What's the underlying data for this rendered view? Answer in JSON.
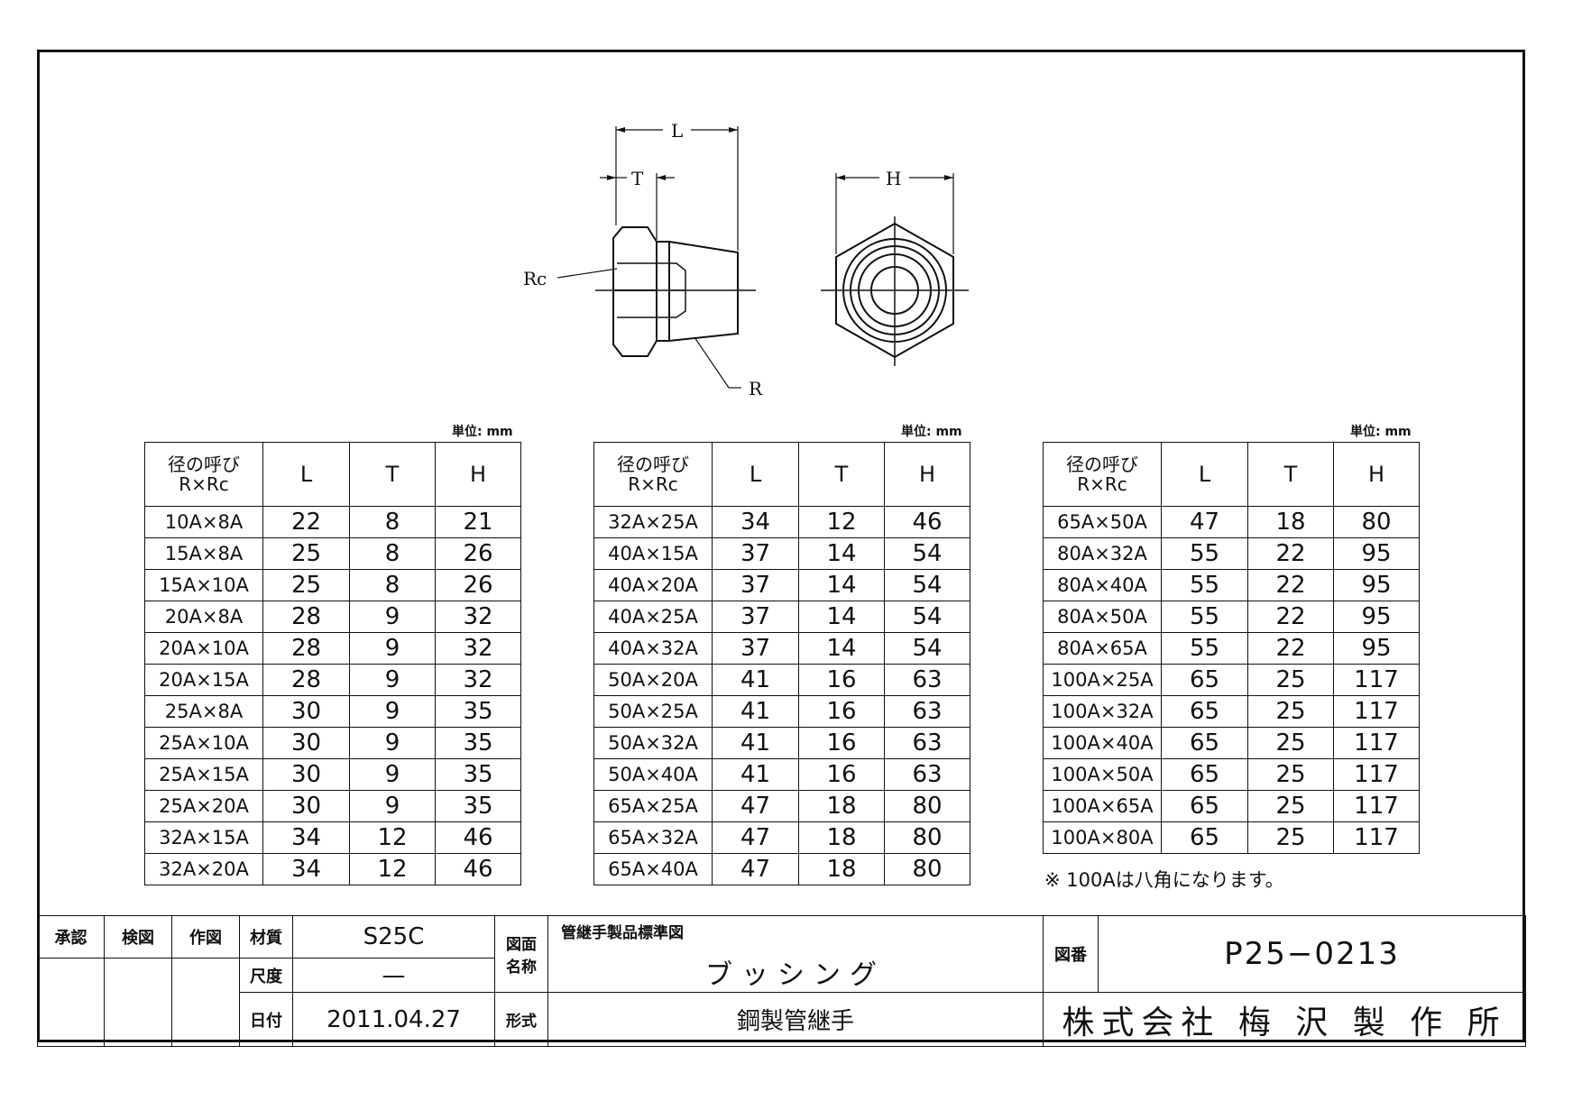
{
  "drawing_labels": {
    "L": "L",
    "T": "T",
    "H": "H",
    "Rc": "Rc",
    "R": "R"
  },
  "unit_label": "単位: mm",
  "table_headers": {
    "size_line1": "径の呼び",
    "size_line2": "R×Rc",
    "L": "L",
    "T": "T",
    "H": "H"
  },
  "tables": [
    {
      "rows": [
        [
          "10A×8A",
          "22",
          "8",
          "21"
        ],
        [
          "15A×8A",
          "25",
          "8",
          "26"
        ],
        [
          "15A×10A",
          "25",
          "8",
          "26"
        ],
        [
          "20A×8A",
          "28",
          "9",
          "32"
        ],
        [
          "20A×10A",
          "28",
          "9",
          "32"
        ],
        [
          "20A×15A",
          "28",
          "9",
          "32"
        ],
        [
          "25A×8A",
          "30",
          "9",
          "35"
        ],
        [
          "25A×10A",
          "30",
          "9",
          "35"
        ],
        [
          "25A×15A",
          "30",
          "9",
          "35"
        ],
        [
          "25A×20A",
          "30",
          "9",
          "35"
        ],
        [
          "32A×15A",
          "34",
          "12",
          "46"
        ],
        [
          "32A×20A",
          "34",
          "12",
          "46"
        ]
      ]
    },
    {
      "rows": [
        [
          "32A×25A",
          "34",
          "12",
          "46"
        ],
        [
          "40A×15A",
          "37",
          "14",
          "54"
        ],
        [
          "40A×20A",
          "37",
          "14",
          "54"
        ],
        [
          "40A×25A",
          "37",
          "14",
          "54"
        ],
        [
          "40A×32A",
          "37",
          "14",
          "54"
        ],
        [
          "50A×20A",
          "41",
          "16",
          "63"
        ],
        [
          "50A×25A",
          "41",
          "16",
          "63"
        ],
        [
          "50A×32A",
          "41",
          "16",
          "63"
        ],
        [
          "50A×40A",
          "41",
          "16",
          "63"
        ],
        [
          "65A×25A",
          "47",
          "18",
          "80"
        ],
        [
          "65A×32A",
          "47",
          "18",
          "80"
        ],
        [
          "65A×40A",
          "47",
          "18",
          "80"
        ]
      ]
    },
    {
      "rows": [
        [
          "65A×50A",
          "47",
          "18",
          "80"
        ],
        [
          "80A×32A",
          "55",
          "22",
          "95"
        ],
        [
          "80A×40A",
          "55",
          "22",
          "95"
        ],
        [
          "80A×50A",
          "55",
          "22",
          "95"
        ],
        [
          "80A×65A",
          "55",
          "22",
          "95"
        ],
        [
          "100A×25A",
          "65",
          "25",
          "117"
        ],
        [
          "100A×32A",
          "65",
          "25",
          "117"
        ],
        [
          "100A×40A",
          "65",
          "25",
          "117"
        ],
        [
          "100A×50A",
          "65",
          "25",
          "117"
        ],
        [
          "100A×65A",
          "65",
          "25",
          "117"
        ],
        [
          "100A×80A",
          "65",
          "25",
          "117"
        ]
      ]
    }
  ],
  "note": "※ 100Aは八角になります。",
  "title_block": {
    "approve": "承認",
    "check": "検図",
    "draw": "作図",
    "material_label": "材質",
    "material": "S25C",
    "scale_label": "尺度",
    "scale": "—",
    "date_label": "日付",
    "date": "2011.04.27",
    "drawing_name_label_1": "図面",
    "drawing_name_label_2": "名称",
    "drawing_category": "管継手製品標準図",
    "drawing_name": "ブッシング",
    "type_label": "形式",
    "type": "鋼製管継手",
    "number_label": "図番",
    "number": "P25−0213",
    "company": "株式会社 梅 沢 製 作 所"
  }
}
